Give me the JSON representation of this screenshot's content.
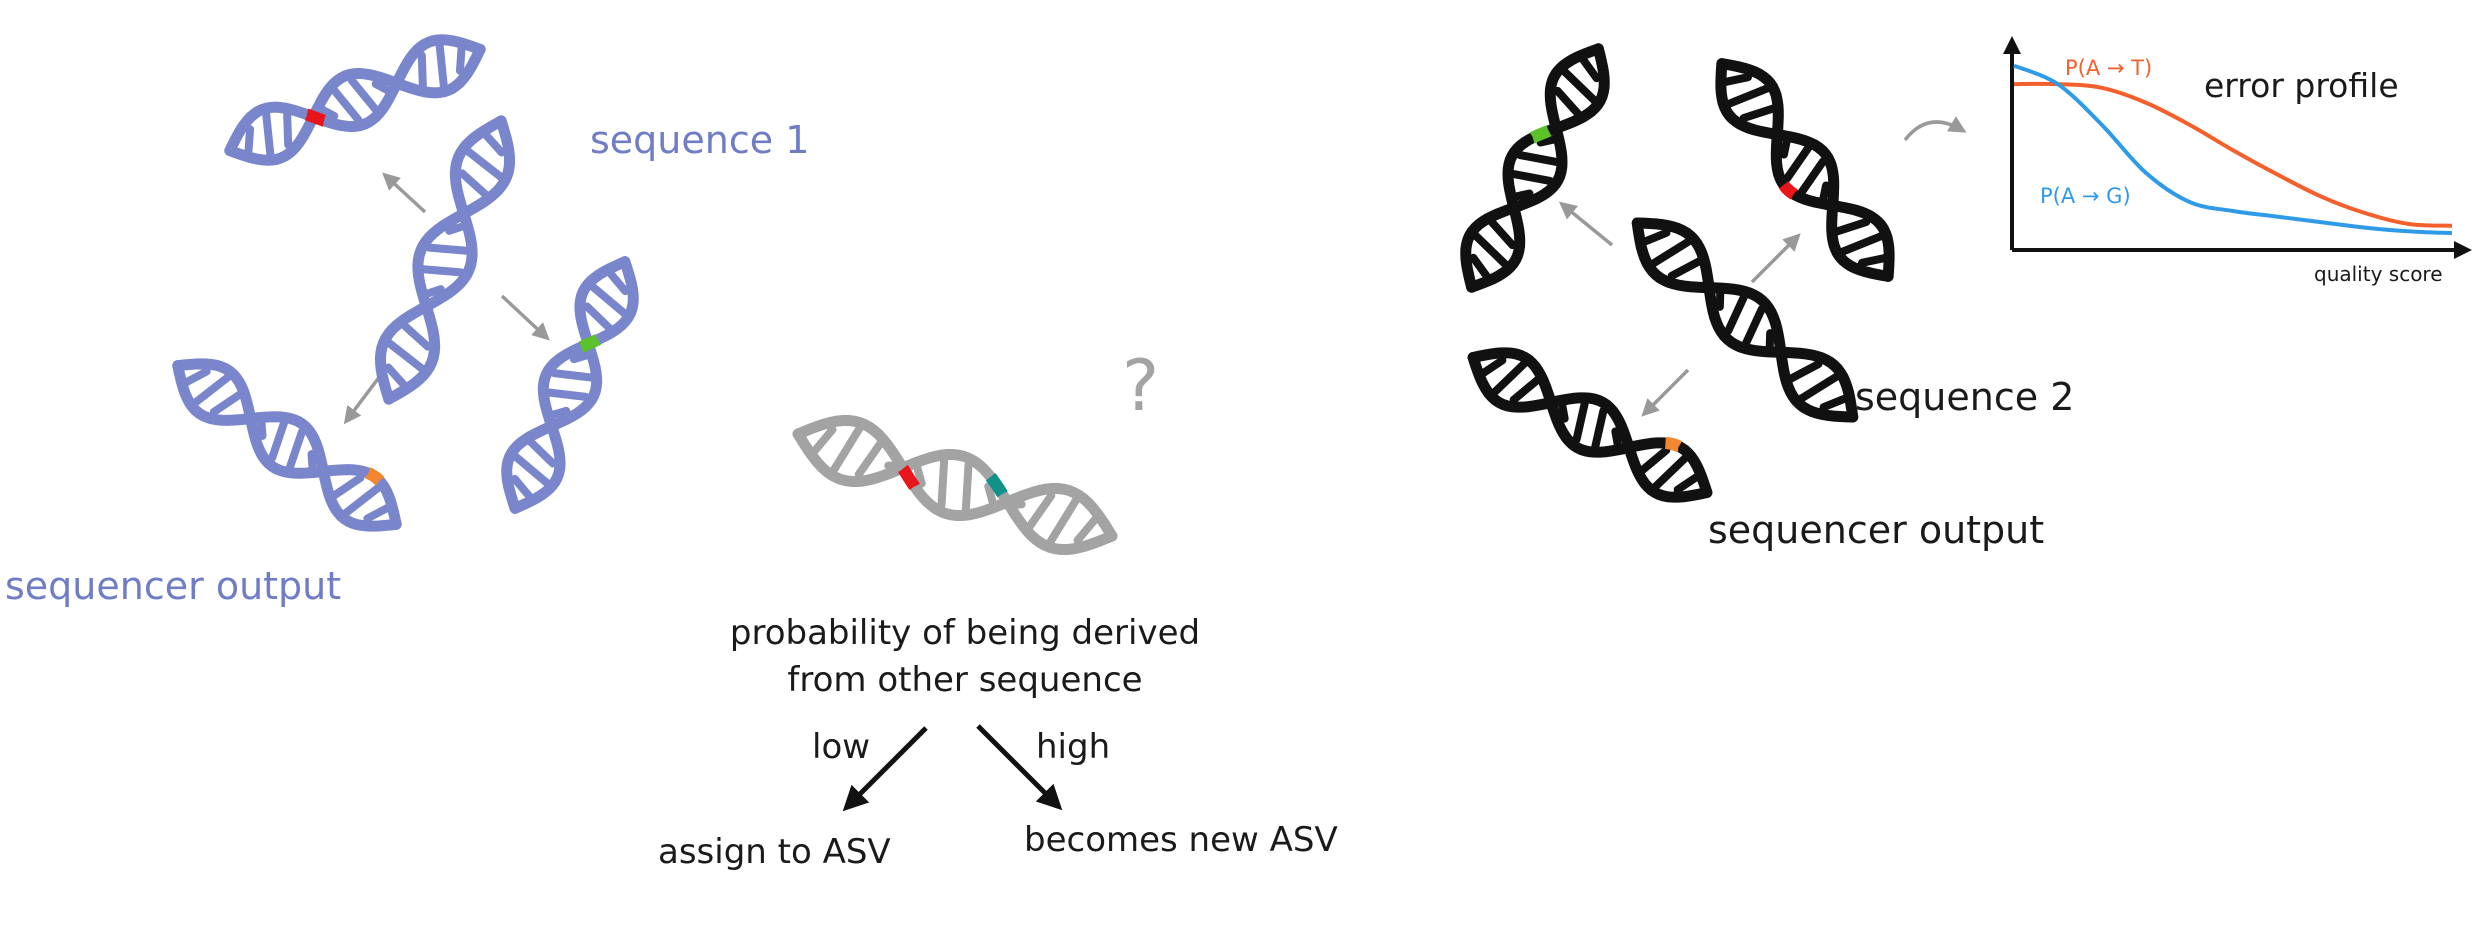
{
  "colors": {
    "blue_dna": "#7a86cb",
    "black_dna": "#111111",
    "grey_dna": "#a3a3a3",
    "arrow_grey": "#999999",
    "mut_red": "#e8161b",
    "mut_orange": "#f2872f",
    "mut_green": "#5bc22b",
    "mut_teal": "#12908a",
    "curve_red": "#f4602c",
    "curve_blue": "#2f9be8",
    "label_blue": "#6f7cc6"
  },
  "left_cluster": {
    "sequence_label": "sequence 1",
    "output_label": "sequencer output"
  },
  "right_cluster": {
    "sequence_label": "sequence 2",
    "output_label": "sequencer output"
  },
  "middle": {
    "question_mark": "?",
    "probability_line1": "probability of being derived",
    "probability_line2": "from other sequence",
    "low_label": "low",
    "high_label": "high",
    "assign_label": "assign to ASV",
    "new_asv_label": "becomes new ASV"
  },
  "error_profile": {
    "title": "error profile",
    "xlabel": "quality score",
    "series_red_label": "P(A → T)",
    "series_blue_label": "P(A → G)"
  },
  "chart_data": {
    "type": "line",
    "title": "error profile",
    "xlabel": "quality score",
    "ylabel": "",
    "x": [
      0,
      0.1,
      0.2,
      0.3,
      0.4,
      0.5,
      0.6,
      0.7,
      0.8,
      0.9,
      1.0
    ],
    "series": [
      {
        "name": "P(A → T)",
        "color": "#f4602c",
        "values": [
          0.88,
          0.88,
          0.86,
          0.78,
          0.66,
          0.52,
          0.39,
          0.27,
          0.18,
          0.12,
          0.11
        ]
      },
      {
        "name": "P(A → G)",
        "color": "#2f9be8",
        "values": [
          0.98,
          0.88,
          0.66,
          0.4,
          0.24,
          0.19,
          0.16,
          0.13,
          0.1,
          0.08,
          0.07
        ]
      }
    ],
    "ylim": [
      0,
      1
    ],
    "grid": false
  }
}
